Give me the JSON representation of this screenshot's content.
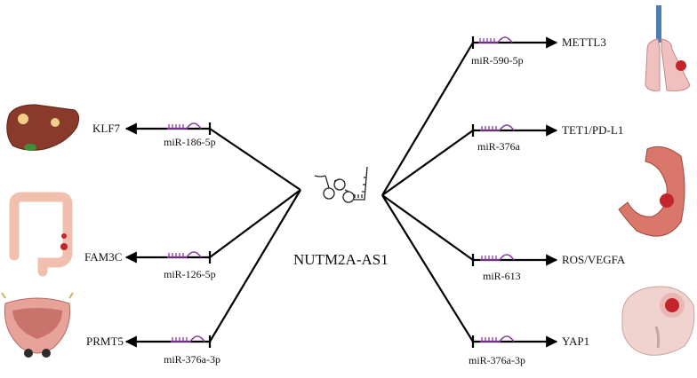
{
  "center": {
    "label": "NUTM2A-AS1"
  },
  "left_branches": [
    {
      "organ": "liver-icon",
      "target": "KLF7",
      "mirna": "miR-186-5p"
    },
    {
      "organ": "colon-icon",
      "target": "FAM3C",
      "mirna": "miR-126-5p"
    },
    {
      "organ": "bladder-icon",
      "target": "PRMT5",
      "mirna": "miR-376a-3p"
    }
  ],
  "right_branches": [
    {
      "organ": "lung-icon",
      "target": "METTL3",
      "mirna": "miR-590-5p"
    },
    {
      "organ": "stomach-icon",
      "target": "TET1/PD-L1",
      "mirna": "miR-376a"
    },
    {
      "organ": "stomach-icon",
      "target": "ROS/VEGFA",
      "mirna": "miR-613"
    },
    {
      "organ": "brain-icon",
      "target": "YAP1",
      "mirna": "miR-376a-3p"
    }
  ],
  "colors": {
    "line": "#000000",
    "mirna": "#8b3fa0",
    "liver": "#8a3a2a",
    "colon": "#f1bfae",
    "bladder": "#e7a29a",
    "lung": "#efc0bd",
    "trachea": "#4a7fb3",
    "stomach": "#d9776a",
    "brain": "#f0d2ce",
    "tumor": "#c2262b"
  }
}
